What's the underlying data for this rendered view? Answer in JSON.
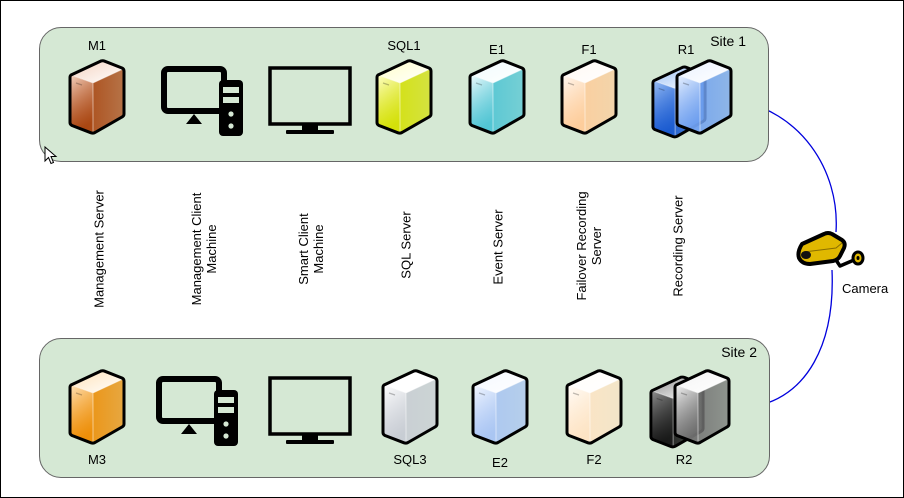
{
  "sites": [
    {
      "label": "Site 1",
      "nodes": [
        {
          "id": "M1",
          "label": "M1",
          "kind": "server",
          "colors": [
            "#f4d2c0",
            "#a8400a"
          ]
        },
        {
          "id": "MC1",
          "label": "",
          "kind": "desktop-tower"
        },
        {
          "id": "SC1",
          "label": "",
          "kind": "monitor"
        },
        {
          "id": "SQL1",
          "label": "SQL1",
          "kind": "server",
          "colors": [
            "#ffffc8",
            "#d4e000"
          ]
        },
        {
          "id": "E1",
          "label": "E1",
          "kind": "server",
          "colors": [
            "#f0fbfd",
            "#4cc4d4"
          ]
        },
        {
          "id": "F1",
          "label": "F1",
          "kind": "server",
          "colors": [
            "#fff8f2",
            "#ffcc99"
          ]
        },
        {
          "id": "R1",
          "label": "R1",
          "kind": "server-pair",
          "colors": [
            "#eaf2ff",
            "#6fa0f0"
          ],
          "back_colors": [
            "#9cc0f5",
            "#1456d0"
          ]
        }
      ]
    },
    {
      "label": "Site 2",
      "nodes": [
        {
          "id": "M3",
          "label": "M3",
          "kind": "server",
          "colors": [
            "#ffe2b8",
            "#ee8b00"
          ]
        },
        {
          "id": "MC2",
          "label": "",
          "kind": "desktop-tower"
        },
        {
          "id": "SC2",
          "label": "",
          "kind": "monitor"
        },
        {
          "id": "SQL3",
          "label": "SQL3",
          "kind": "server",
          "colors": [
            "#ffffff",
            "#c8ccd4"
          ]
        },
        {
          "id": "E2",
          "label": "E2",
          "kind": "server",
          "colors": [
            "#f4f8ff",
            "#a8c4f4"
          ]
        },
        {
          "id": "F2",
          "label": "F2",
          "kind": "server",
          "colors": [
            "#fffdfa",
            "#ffe4c4"
          ]
        },
        {
          "id": "R2",
          "label": "R2",
          "kind": "server-pair",
          "colors": [
            "#f4f4f4",
            "#707070"
          ],
          "back_colors": [
            "#909090",
            "#111111"
          ]
        }
      ]
    }
  ],
  "role_labels": [
    {
      "lines": [
        "Management Server"
      ]
    },
    {
      "lines": [
        "Management Client",
        "Machine"
      ]
    },
    {
      "lines": [
        "Smart Client",
        "Machine"
      ]
    },
    {
      "lines": [
        "SQL Server"
      ]
    },
    {
      "lines": [
        "Event  Server"
      ]
    },
    {
      "lines": [
        "Failover Recording",
        "Server"
      ]
    },
    {
      "lines": [
        "Recording Server"
      ]
    }
  ],
  "camera": {
    "label": "Camera",
    "body_color": "#e0b800",
    "connector_color": "#0000dd"
  },
  "site_fill": "#d5e8d4"
}
